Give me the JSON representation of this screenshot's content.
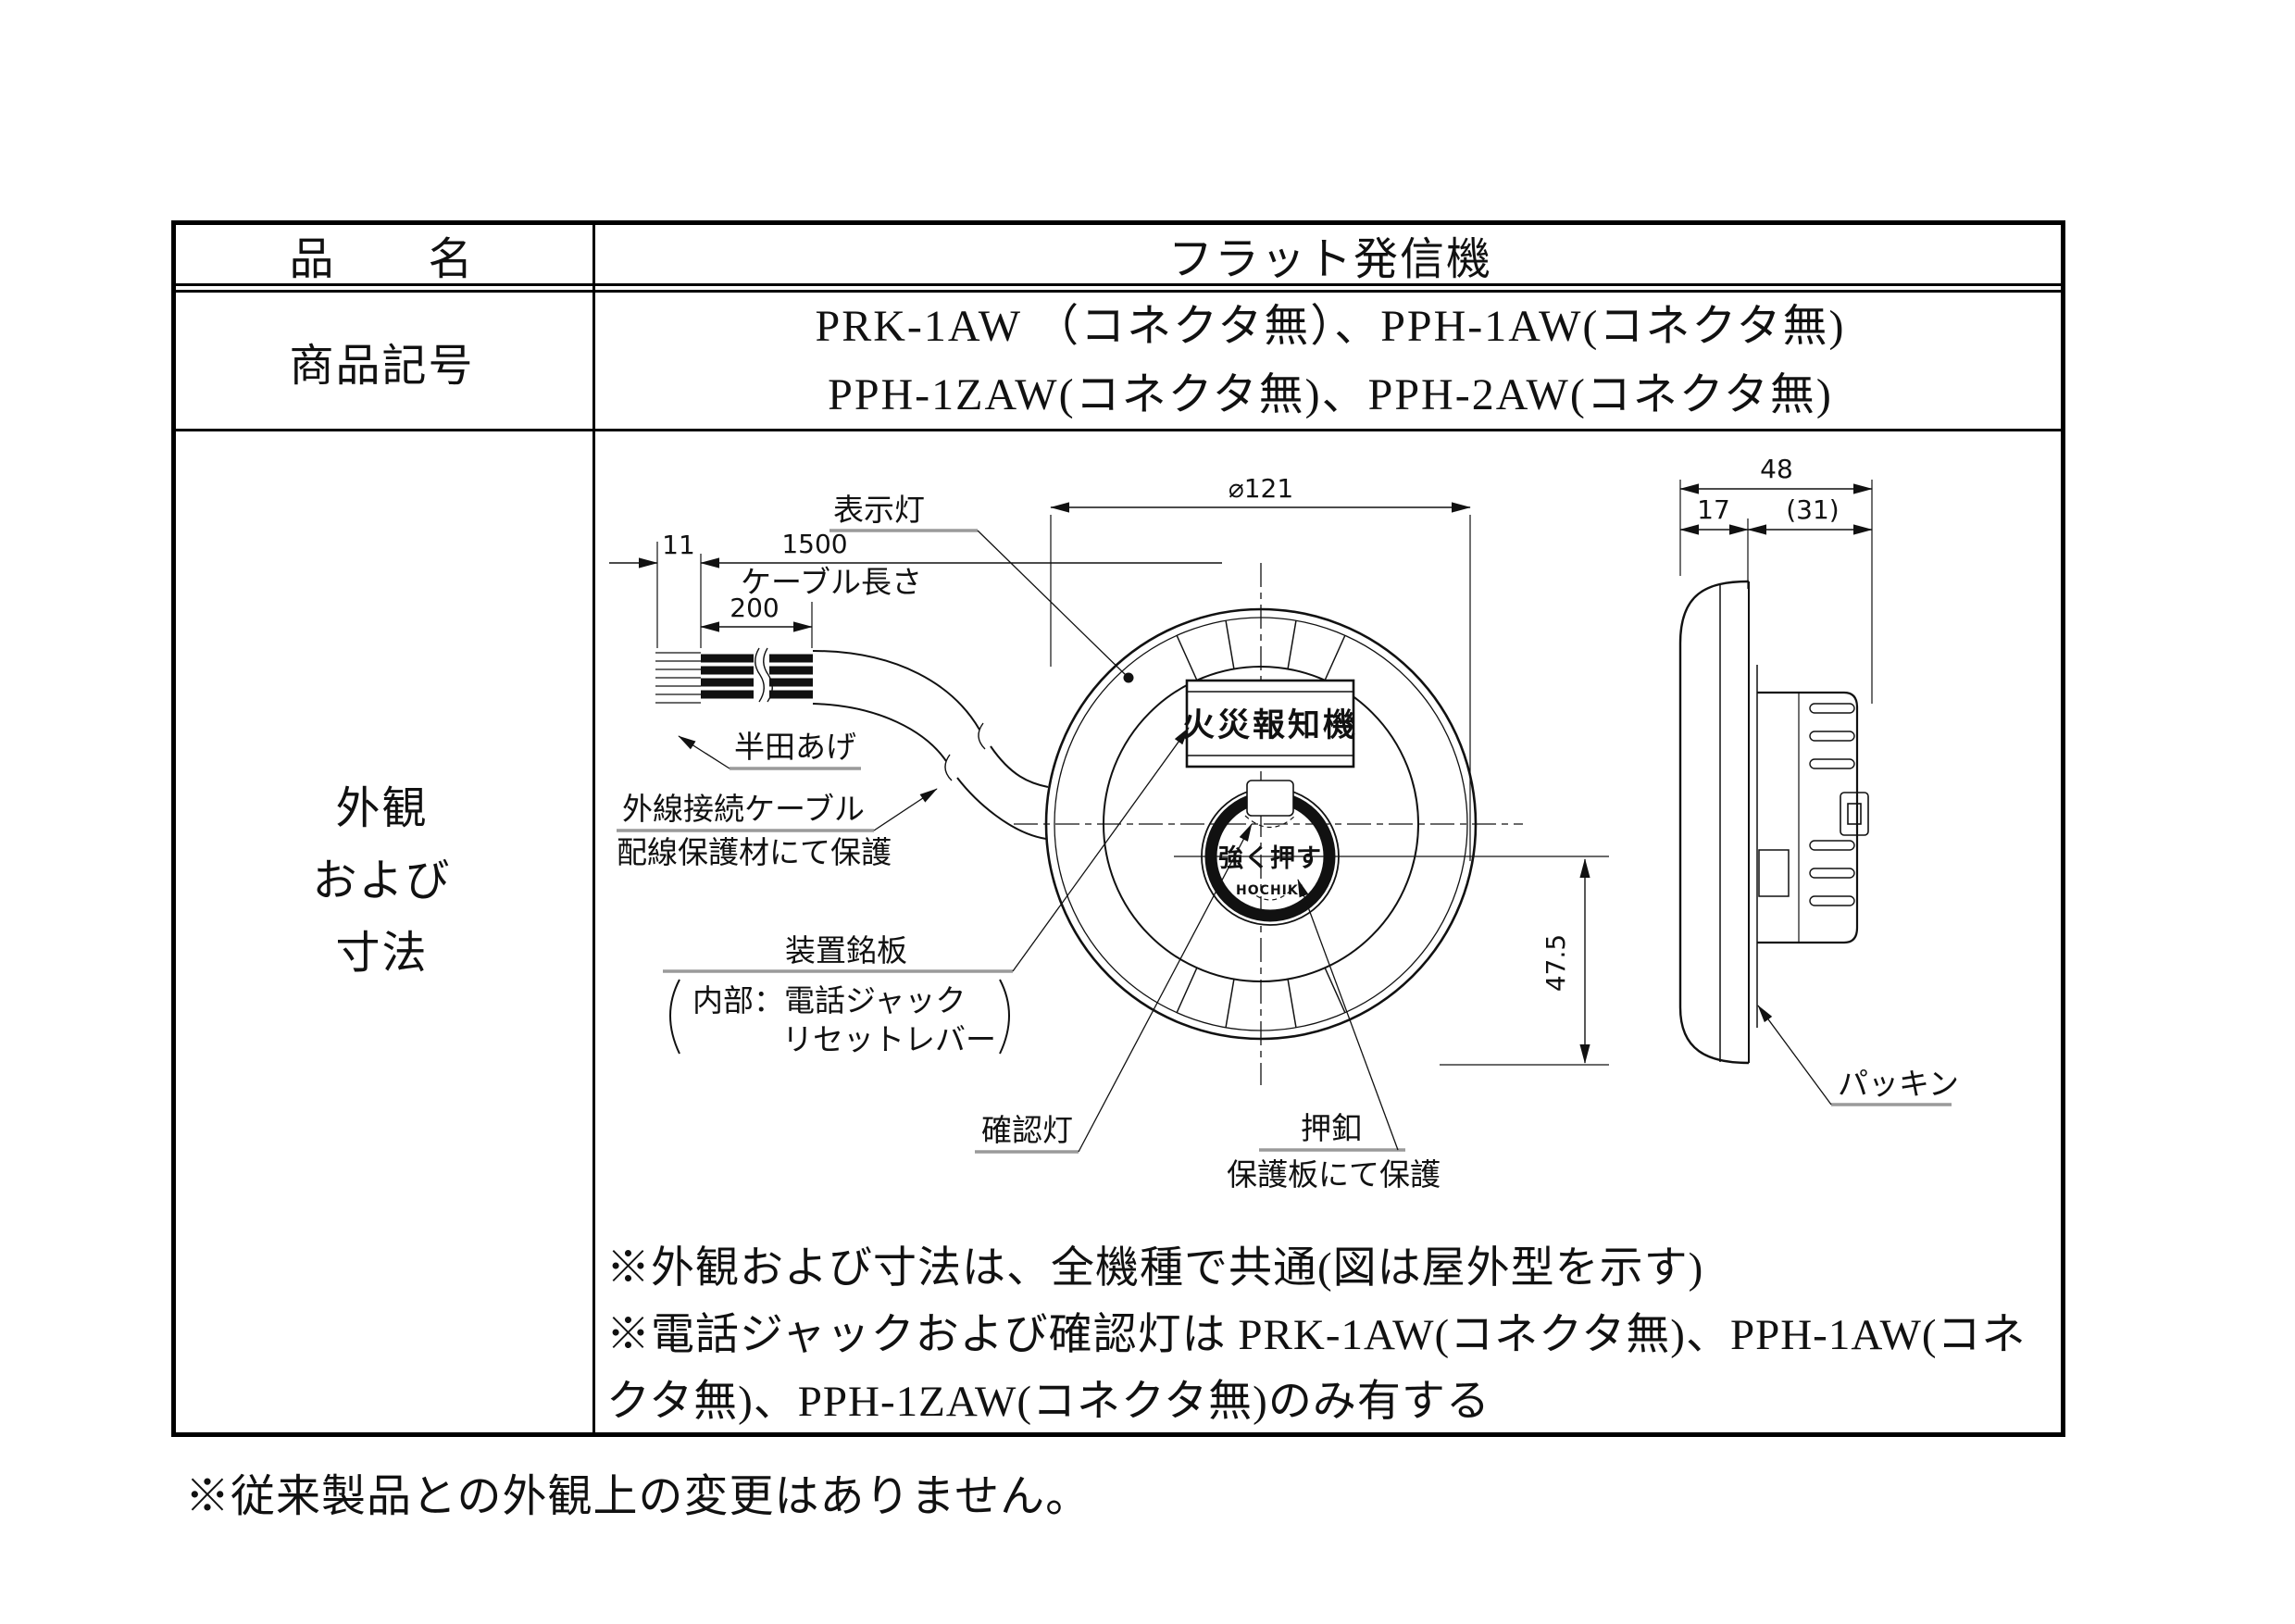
{
  "table": {
    "row1": {
      "label": "品　　名",
      "value": "フラット発信機"
    },
    "row2": {
      "label": "商品記号",
      "line1": "PRK-1AW （コネクタ無）、PPH-1AW(コネクタ無)",
      "line2": "PPH-1ZAW(コネクタ無)、PPH-2AW(コネクタ無)"
    },
    "row3": {
      "label_line1": "外観",
      "label_line2": "および",
      "label_line3": "寸法"
    }
  },
  "diagram": {
    "front": {
      "plate_text": "火災報知機",
      "button_text": "強く押す",
      "brand": "HOCHIKI",
      "dim_diameter": "⌀121",
      "dim_height": "47.5",
      "dim_tip": "11",
      "dim_cable": "1500",
      "dim_cable_caption": "ケーブル長さ",
      "dim_solder": "200",
      "label_indicator": "表示灯",
      "label_solder": "半田あげ",
      "label_cable_1": "外線接続ケーブル",
      "label_cable_2": "配線保護材にて保護",
      "label_nameplate": "装置銘板",
      "label_nameplate_sub1": "内部：電話ジャック",
      "label_nameplate_sub2": "リセットレバー",
      "label_confirm": "確認灯",
      "label_button": "押釦",
      "label_button_sub": "保護板にて保護"
    },
    "side": {
      "dim_total": "48",
      "dim_front": "17",
      "dim_back": "(31)",
      "label_packing": "パッキン"
    }
  },
  "notes": {
    "note1": "※外観および寸法は、全機種で共通(図は屋外型を示す)",
    "note2": "※電話ジャックおよび確認灯は PRK-1AW(コネクタ無)、PPH-1AW(コネ",
    "note3": "クタ無)、PPH-1ZAW(コネクタ無)のみ有する",
    "footer": "※従来製品との外観上の変更はありません。"
  },
  "colors": {
    "ink": "#111111",
    "leader_underline": "#9a9a9a"
  }
}
